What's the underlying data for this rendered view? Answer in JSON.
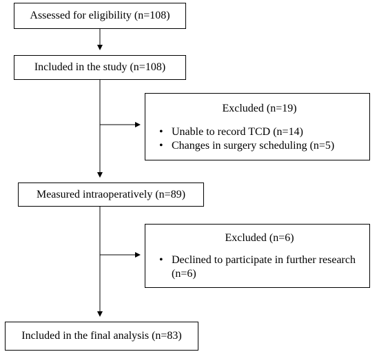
{
  "boxes": {
    "assessed": "Assessed for eligibility (n=108)",
    "included": "Included in the study (n=108)",
    "measured": "Measured intraoperatively (n=89)",
    "final": "Included in the final analysis (n=83)"
  },
  "exclusion_1": {
    "title": "Excluded (n=19)",
    "items": [
      "Unable to record TCD (n=14)",
      "Changes in surgery scheduling (n=5)"
    ]
  },
  "exclusion_2": {
    "title": "Excluded (n=6)",
    "items": [
      "Declined to participate in further research (n=6)"
    ]
  },
  "bullet_glyph": "•"
}
